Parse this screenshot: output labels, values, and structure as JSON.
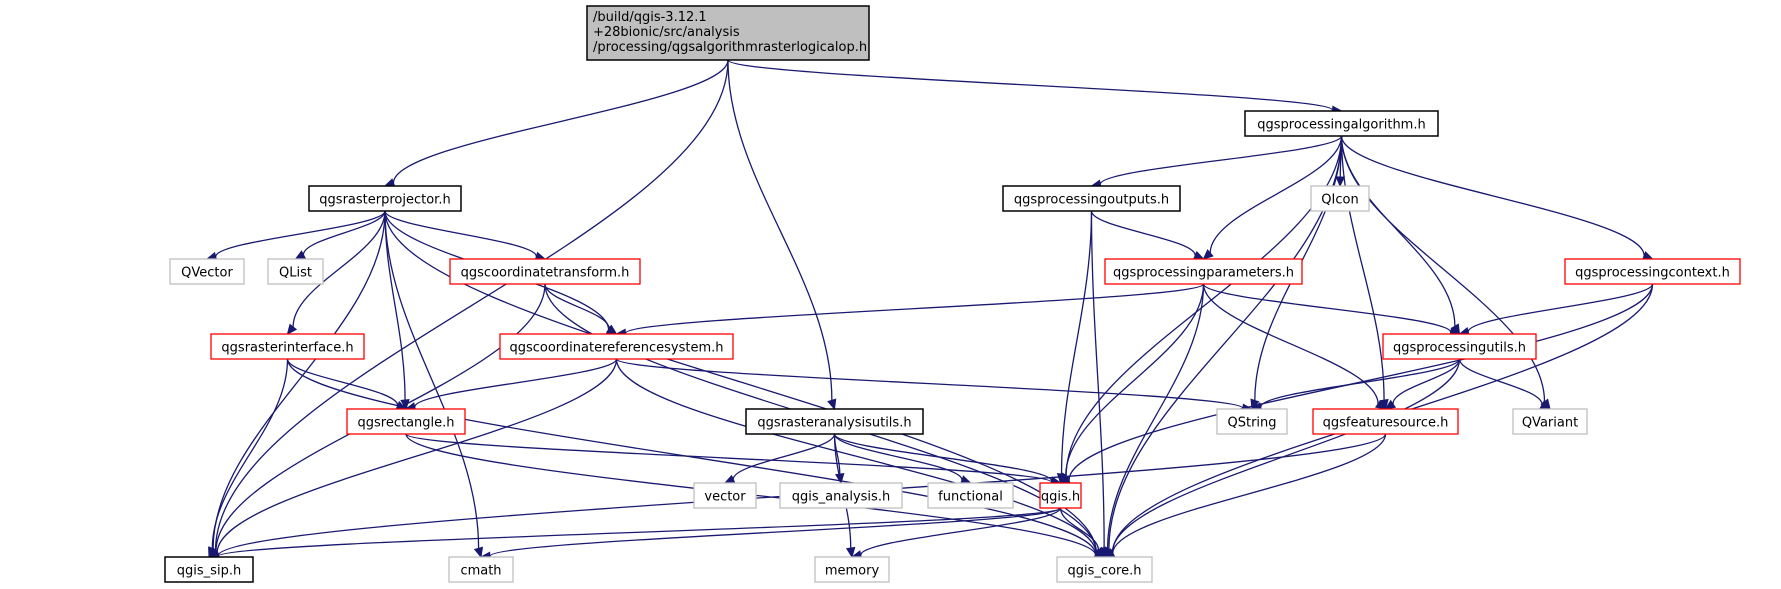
{
  "diagram": {
    "type": "include-dependency-graph",
    "colors": {
      "edge": "#191970",
      "root_fill": "#bfbfbf",
      "root_border": "#000000",
      "documented_border": "#000000",
      "undocumented_border": "#ff0000",
      "external_border": "#bfbfbf",
      "background": "#ffffff"
    },
    "nodes": [
      {
        "id": "root",
        "kind": "root",
        "lines": [
          "/build/qgis-3.12.1",
          "+28bionic/src/analysis",
          "/processing/qgsalgorithmrasterlogicalop.h"
        ]
      },
      {
        "id": "qgsprocessingalgorithm",
        "kind": "documented",
        "lines": [
          "qgsprocessingalgorithm.h"
        ]
      },
      {
        "id": "qgsrasterprojector",
        "kind": "documented",
        "lines": [
          "qgsrasterprojector.h"
        ]
      },
      {
        "id": "qgsprocessingoutputs",
        "kind": "documented",
        "lines": [
          "qgsprocessingoutputs.h"
        ]
      },
      {
        "id": "QIcon",
        "kind": "external",
        "lines": [
          "QIcon"
        ]
      },
      {
        "id": "QVector",
        "kind": "external",
        "lines": [
          "QVector"
        ]
      },
      {
        "id": "QList",
        "kind": "external",
        "lines": [
          "QList"
        ]
      },
      {
        "id": "qgscoordinatetransform",
        "kind": "undocumented",
        "lines": [
          "qgscoordinatetransform.h"
        ]
      },
      {
        "id": "qgsprocessingparameters",
        "kind": "undocumented",
        "lines": [
          "qgsprocessingparameters.h"
        ]
      },
      {
        "id": "qgsprocessingcontext",
        "kind": "undocumented",
        "lines": [
          "qgsprocessingcontext.h"
        ]
      },
      {
        "id": "qgsrasterinterface",
        "kind": "undocumented",
        "lines": [
          "qgsrasterinterface.h"
        ]
      },
      {
        "id": "qgscoordinatereferencesystem",
        "kind": "undocumented",
        "lines": [
          "qgscoordinatereferencesystem.h"
        ]
      },
      {
        "id": "qgsprocessingutils",
        "kind": "undocumented",
        "lines": [
          "qgsprocessingutils.h"
        ]
      },
      {
        "id": "qgsrectangle",
        "kind": "undocumented",
        "lines": [
          "qgsrectangle.h"
        ]
      },
      {
        "id": "qgsrasteranalysisutils",
        "kind": "documented",
        "lines": [
          "qgsrasteranalysisutils.h"
        ]
      },
      {
        "id": "QString",
        "kind": "external",
        "lines": [
          "QString"
        ]
      },
      {
        "id": "qgsfeaturesource",
        "kind": "undocumented",
        "lines": [
          "qgsfeaturesource.h"
        ]
      },
      {
        "id": "QVariant",
        "kind": "external",
        "lines": [
          "QVariant"
        ]
      },
      {
        "id": "vector",
        "kind": "external",
        "lines": [
          "vector"
        ]
      },
      {
        "id": "qgis_analysis",
        "kind": "external",
        "lines": [
          "qgis_analysis.h"
        ]
      },
      {
        "id": "functional",
        "kind": "external",
        "lines": [
          "functional"
        ]
      },
      {
        "id": "qgis",
        "kind": "undocumented",
        "lines": [
          "qgis.h"
        ]
      },
      {
        "id": "qgis_sip",
        "kind": "documented",
        "lines": [
          "qgis_sip.h"
        ]
      },
      {
        "id": "cmath",
        "kind": "external",
        "lines": [
          "cmath"
        ]
      },
      {
        "id": "memory",
        "kind": "external",
        "lines": [
          "memory"
        ]
      },
      {
        "id": "qgis_core",
        "kind": "external",
        "lines": [
          "qgis_core.h"
        ]
      }
    ],
    "edges": [
      [
        "root",
        "qgis_sip"
      ],
      [
        "root",
        "qgsrasterprojector"
      ],
      [
        "root",
        "qgsrasteranalysisutils"
      ],
      [
        "root",
        "qgsprocessingalgorithm"
      ],
      [
        "qgsrasterprojector",
        "qgis_sip"
      ],
      [
        "qgsrasterprojector",
        "cmath"
      ],
      [
        "qgsrasterprojector",
        "QVector"
      ],
      [
        "qgsrasterprojector",
        "QList"
      ],
      [
        "qgsrasterprojector",
        "qgsrasterinterface"
      ],
      [
        "qgsrasterprojector",
        "qgsrectangle"
      ],
      [
        "qgsrasterprojector",
        "qgscoordinatetransform"
      ],
      [
        "qgsrasterprojector",
        "qgscoordinatereferencesystem"
      ],
      [
        "qgsrasterprojector",
        "qgis_core"
      ],
      [
        "qgscoordinatetransform",
        "qgis_sip"
      ],
      [
        "qgscoordinatetransform",
        "qgis_core"
      ],
      [
        "qgscoordinatetransform",
        "qgscoordinatereferencesystem"
      ],
      [
        "qgsrasterinterface",
        "qgis_sip"
      ],
      [
        "qgsrasterinterface",
        "qgsrectangle"
      ],
      [
        "qgsrasterinterface",
        "qgis_core"
      ],
      [
        "qgscoordinatereferencesystem",
        "qgis_sip"
      ],
      [
        "qgscoordinatereferencesystem",
        "qgsrectangle"
      ],
      [
        "qgscoordinatereferencesystem",
        "qgis_core"
      ],
      [
        "qgscoordinatereferencesystem",
        "QString"
      ],
      [
        "qgsrectangle",
        "qgis"
      ],
      [
        "qgsrectangle",
        "qgis_core"
      ],
      [
        "qgsrasteranalysisutils",
        "memory"
      ],
      [
        "qgsrasteranalysisutils",
        "vector"
      ],
      [
        "qgsrasteranalysisutils",
        "qgis_analysis"
      ],
      [
        "qgsrasteranalysisutils",
        "functional"
      ],
      [
        "qgsrasteranalysisutils",
        "qgis"
      ],
      [
        "qgsprocessingalgorithm",
        "qgis"
      ],
      [
        "qgsprocessingalgorithm",
        "qgsprocessingoutputs"
      ],
      [
        "qgsprocessingalgorithm",
        "qgsprocessingparameters"
      ],
      [
        "qgsprocessingalgorithm",
        "qgsfeaturesource"
      ],
      [
        "qgsprocessingalgorithm",
        "QIcon"
      ],
      [
        "qgsprocessingalgorithm",
        "QString"
      ],
      [
        "qgsprocessingalgorithm",
        "qgsprocessingutils"
      ],
      [
        "qgsprocessingalgorithm",
        "QVariant"
      ],
      [
        "qgsprocessingalgorithm",
        "qgsprocessingcontext"
      ],
      [
        "qgsprocessingalgorithm",
        "qgis_core"
      ],
      [
        "qgsprocessingoutputs",
        "qgis"
      ],
      [
        "qgsprocessingoutputs",
        "qgis_core"
      ],
      [
        "qgsprocessingoutputs",
        "qgsprocessingparameters"
      ],
      [
        "qgsprocessingparameters",
        "qgscoordinatereferencesystem"
      ],
      [
        "qgsprocessingparameters",
        "qgis"
      ],
      [
        "qgsprocessingparameters",
        "qgis_core"
      ],
      [
        "qgsprocessingparameters",
        "qgsfeaturesource"
      ],
      [
        "qgsprocessingparameters",
        "qgsprocessingutils"
      ],
      [
        "qgsprocessingcontext",
        "qgsprocessingutils"
      ],
      [
        "qgsprocessingcontext",
        "qgis"
      ],
      [
        "qgsprocessingcontext",
        "qgis_core"
      ],
      [
        "qgsprocessingutils",
        "QString"
      ],
      [
        "qgsprocessingutils",
        "qgsfeaturesource"
      ],
      [
        "qgsprocessingutils",
        "QVariant"
      ],
      [
        "qgsprocessingutils",
        "qgis_core"
      ],
      [
        "qgsfeaturesource",
        "qgis_sip"
      ],
      [
        "qgsfeaturesource",
        "qgis_core"
      ],
      [
        "qgis",
        "qgis_sip"
      ],
      [
        "qgis",
        "cmath"
      ],
      [
        "qgis",
        "memory"
      ],
      [
        "qgis",
        "qgis_core"
      ]
    ]
  }
}
